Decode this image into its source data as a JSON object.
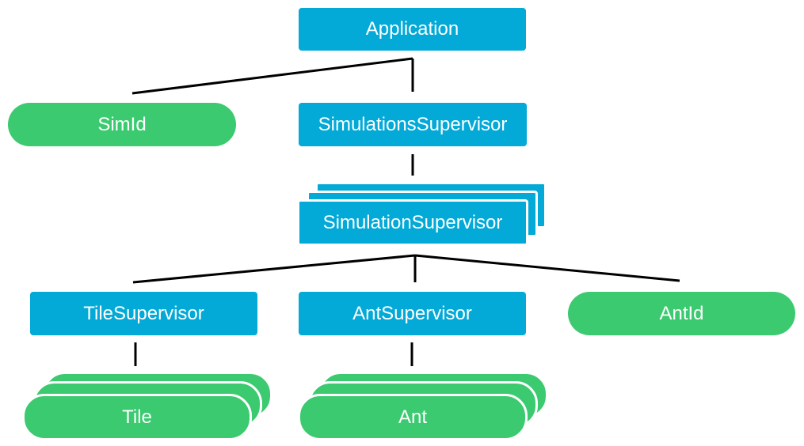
{
  "diagram": {
    "application": "Application",
    "sim_id": "SimId",
    "simulations_supervisor": "SimulationsSupervisor",
    "simulation_supervisor": "SimulationSupervisor",
    "tile_supervisor": "TileSupervisor",
    "ant_supervisor": "AntSupervisor",
    "ant_id": "AntId",
    "tile": "Tile",
    "ant": "Ant"
  },
  "colors": {
    "supervisor": "#03a9d7",
    "worker": "#3bca6f",
    "line": "#000000",
    "text": "#ffffff"
  }
}
